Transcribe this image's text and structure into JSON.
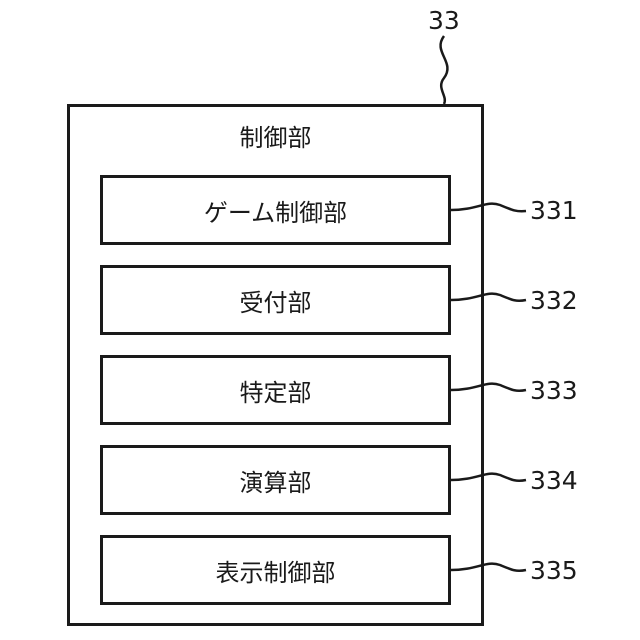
{
  "diagram": {
    "outer": {
      "ref": "33",
      "title": "制御部"
    },
    "units": [
      {
        "label": "ゲーム制御部",
        "ref": "331"
      },
      {
        "label": "受付部",
        "ref": "332"
      },
      {
        "label": "特定部",
        "ref": "333"
      },
      {
        "label": "演算部",
        "ref": "334"
      },
      {
        "label": "表示制御部",
        "ref": "335"
      }
    ]
  }
}
